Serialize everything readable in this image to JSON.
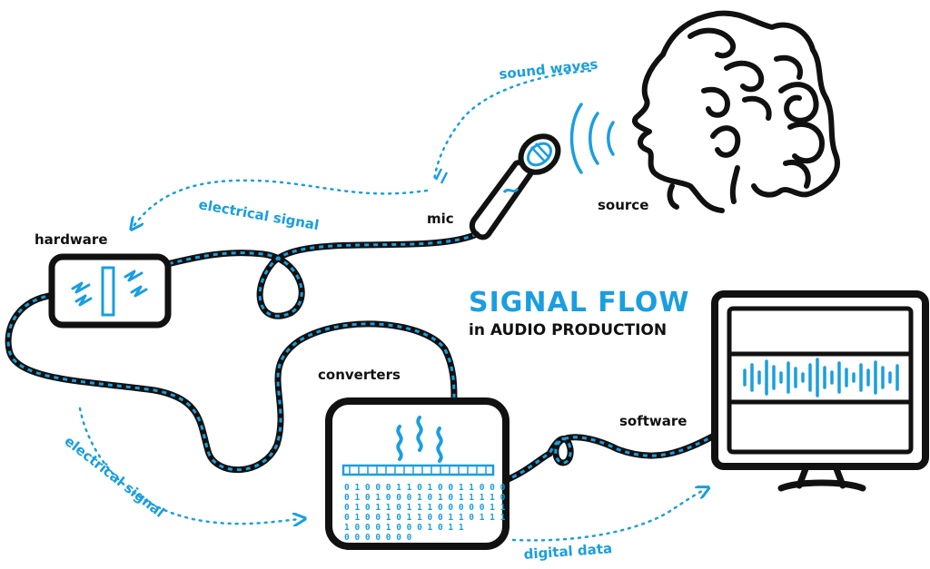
{
  "colors": {
    "ink": "#111111",
    "accent": "#1a9ee0"
  },
  "title": {
    "main": "SIGNAL FLOW",
    "sub": "in AUDIO PRODUCTION"
  },
  "nodes": {
    "source": "source",
    "mic": "mic",
    "hardware": "hardware",
    "converters": "converters",
    "software": "software"
  },
  "flows": {
    "sound_waves": "sound waves",
    "electrical_signal_top": "electrical signal",
    "electrical_signal_bottom": "electrical signal",
    "digital_data": "digital data"
  },
  "binary_rows": [
    "0 1 0 0 0 1 1 0 1 0 0 1 1 0 0 0",
    "0 1 0 1 0 0 0 1 0 1 0 1 1 1 1 0",
    "0 1 0 1 1 0 1 1 1 0 0 0 0 0 1 1",
    "0 1 0 0 1 0 1 1 0 0 1 1 0 1 1 1",
    "1 0       0 0 1 0       0 0 1 0 1 1",
    "0           0         0     0 0 0 0"
  ],
  "icons": [
    "person-head-icon",
    "microphone-icon",
    "hardware-box-icon",
    "converter-box-icon",
    "monitor-icon"
  ]
}
